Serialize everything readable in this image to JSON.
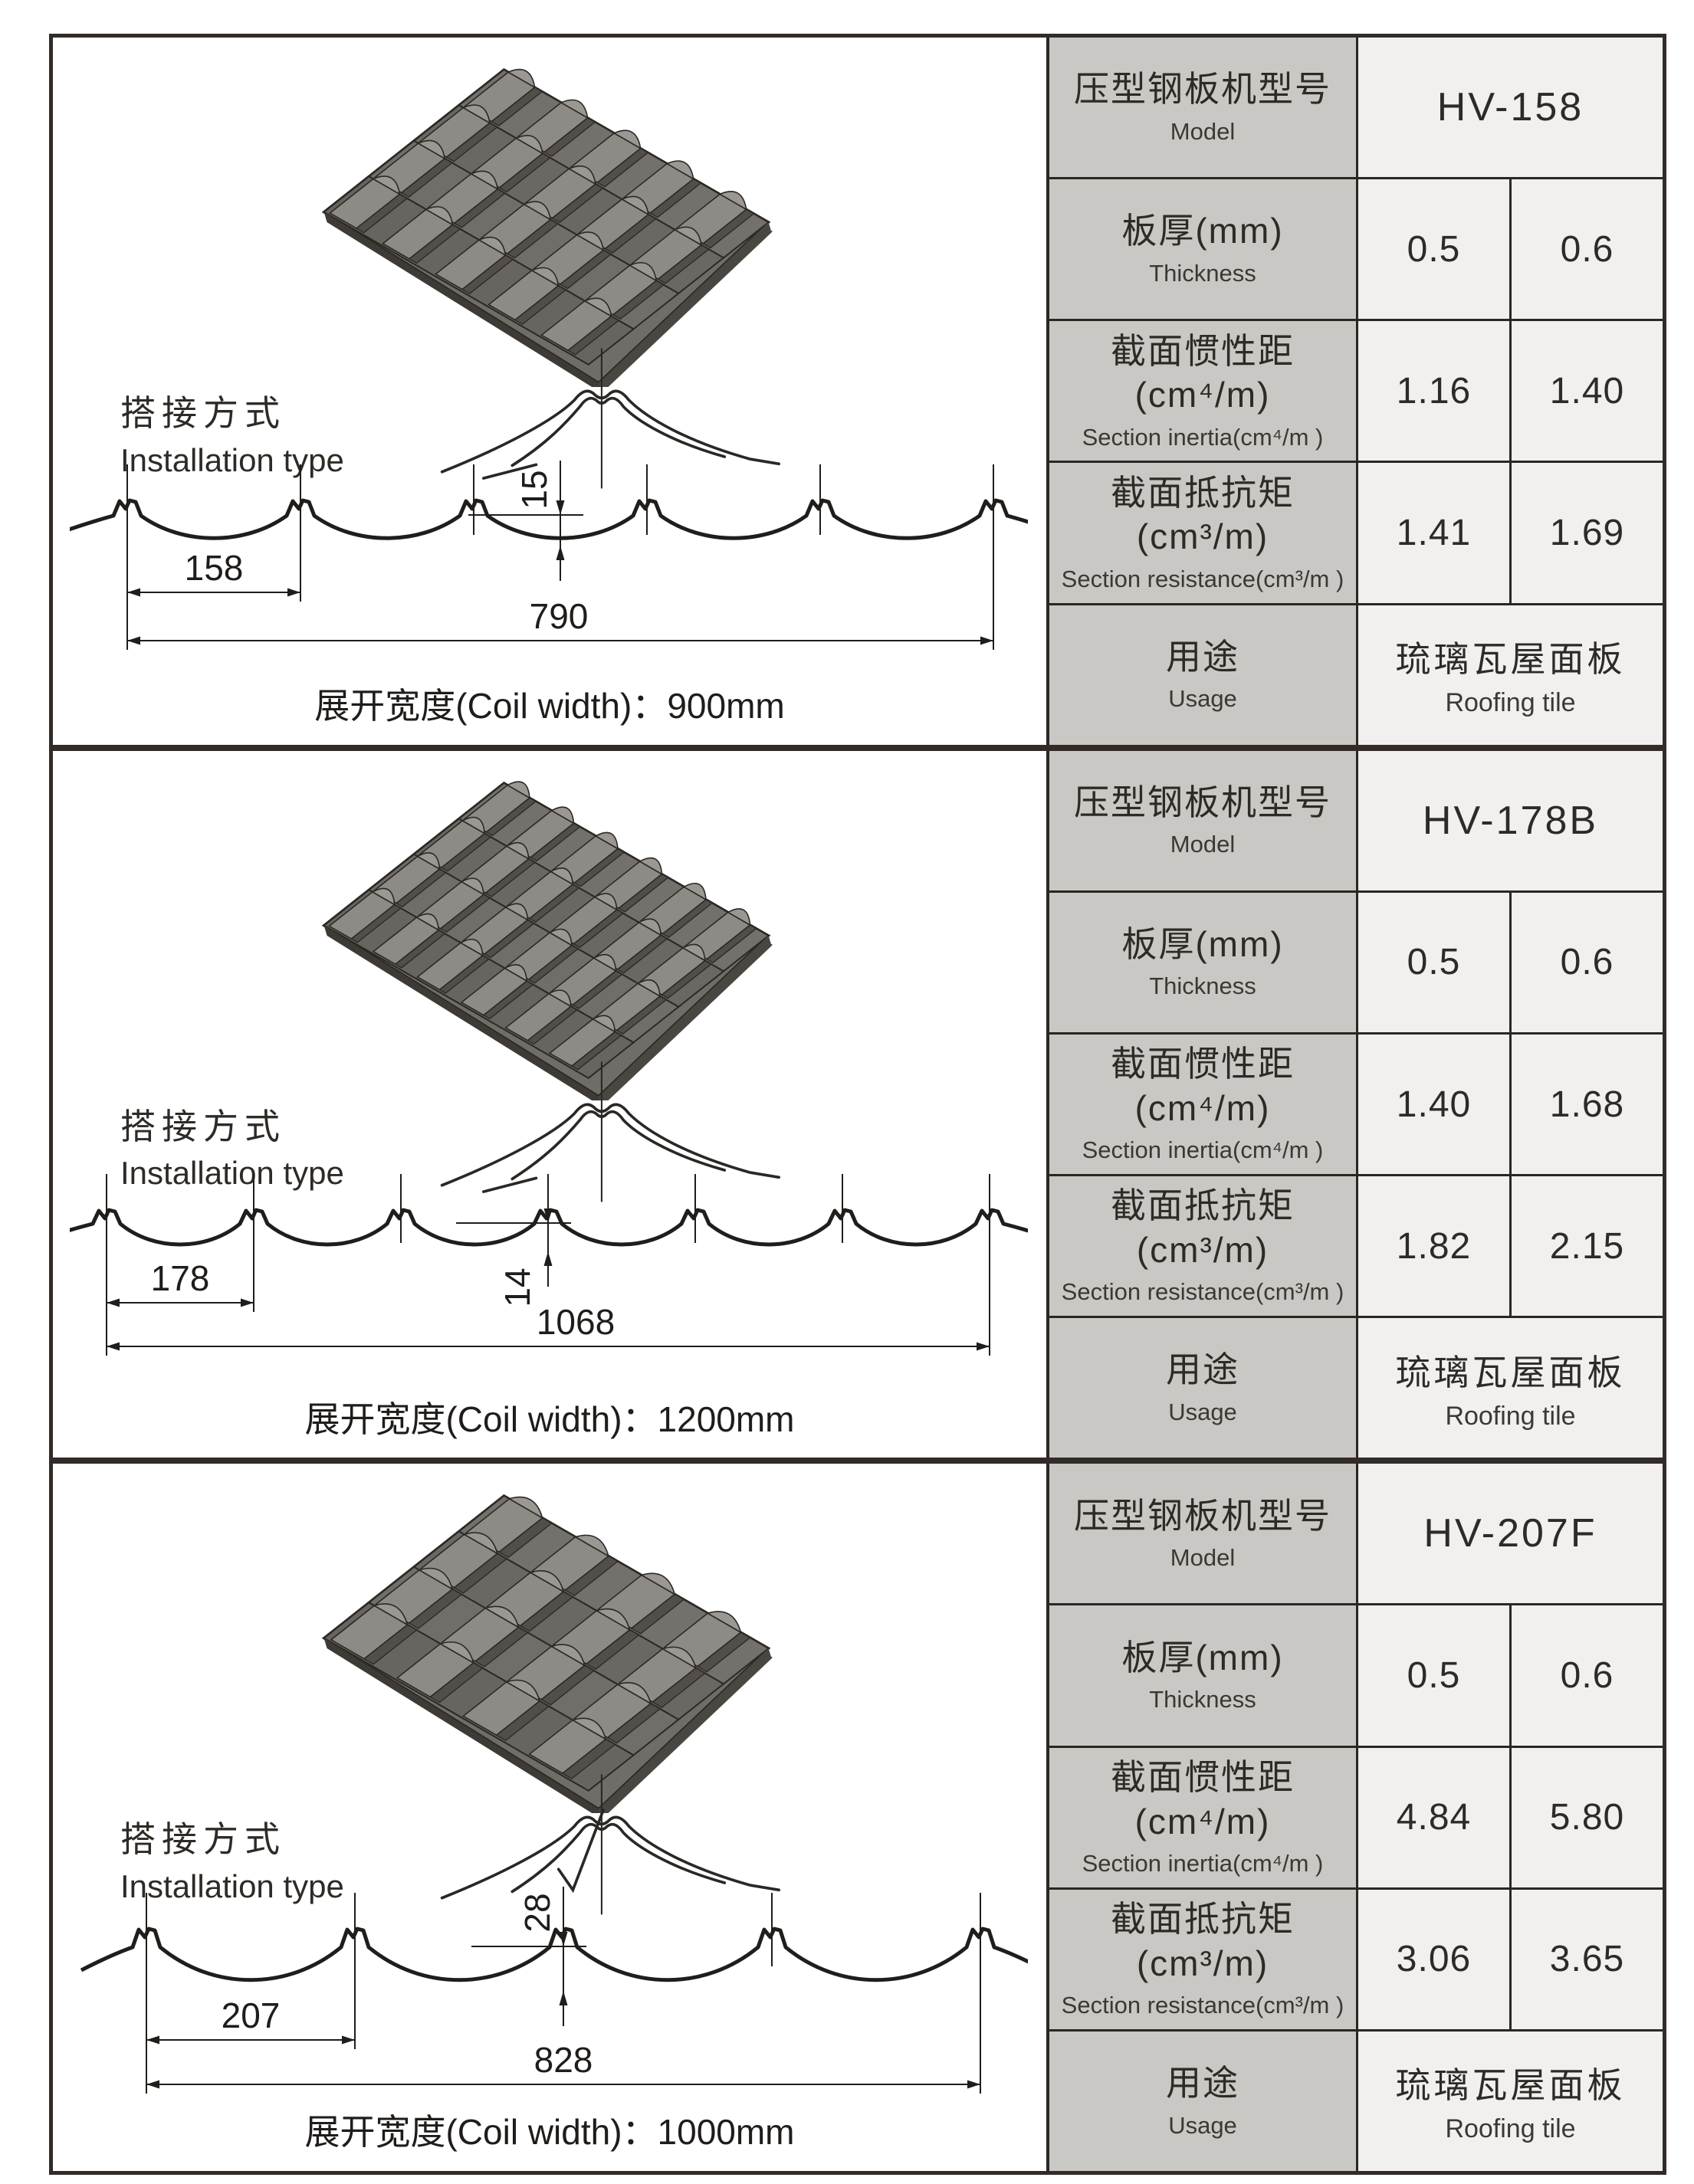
{
  "labels": {
    "model_zh": "压型钢板机型号",
    "model_en": "Model",
    "thickness_zh": "板厚(mm)",
    "thickness_en": "Thickness",
    "inertia_zh": "截面惯性距(cm⁴/m)",
    "inertia_en": "Section inertia(cm⁴/m )",
    "resistance_zh": "截面抵抗矩(cm³/m)",
    "resistance_en": "Section resistance(cm³/m )",
    "usage_zh": "用途",
    "usage_en": "Usage",
    "install_zh": "搭接方式",
    "install_en": "Installation type",
    "coil_prefix": "展开宽度(Coil width)："
  },
  "colors": {
    "border_dark": "#322b27",
    "label_cell_bg": "#c9c8c5",
    "value_cell_bg": "#f1f0ee",
    "line_art": "#201d1a"
  },
  "sections": [
    {
      "model": "HV-158",
      "thickness": [
        "0.5",
        "0.6"
      ],
      "inertia": [
        "1.16",
        "1.40"
      ],
      "resistance": [
        "1.41",
        "1.69"
      ],
      "usage_zh": "琉璃瓦屋面板",
      "usage_en": "Roofing tile",
      "profile": {
        "pitch": "158",
        "height": "15",
        "total": "790"
      },
      "coil_width": "900mm"
    },
    {
      "model": "HV-178B",
      "thickness": [
        "0.5",
        "0.6"
      ],
      "inertia": [
        "1.40",
        "1.68"
      ],
      "resistance": [
        "1.82",
        "2.15"
      ],
      "usage_zh": "琉璃瓦屋面板",
      "usage_en": "Roofing tile",
      "profile": {
        "pitch": "178",
        "height": "14",
        "total": "1068"
      },
      "coil_width": "1200mm"
    },
    {
      "model": "HV-207F",
      "thickness": [
        "0.5",
        "0.6"
      ],
      "inertia": [
        "4.84",
        "5.80"
      ],
      "resistance": [
        "3.06",
        "3.65"
      ],
      "usage_zh": "琉璃瓦屋面板",
      "usage_en": "Roofing tile",
      "profile": {
        "pitch": "207",
        "height": "28",
        "total": "828"
      },
      "coil_width": "1000mm"
    }
  ]
}
